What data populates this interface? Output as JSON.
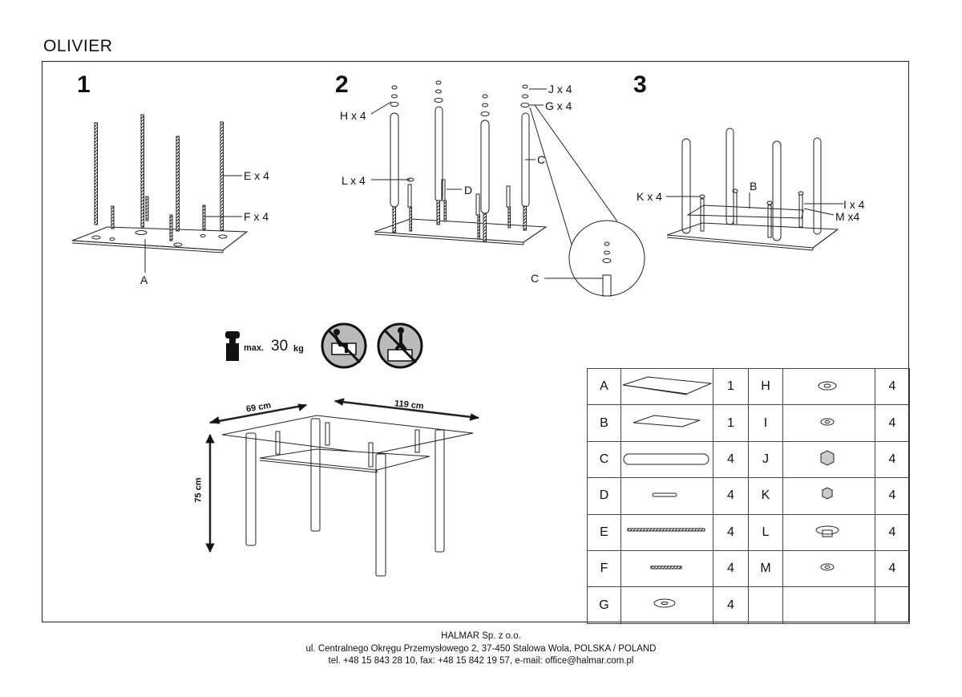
{
  "title": "OLIVIER",
  "steps": {
    "s1": "1",
    "s2": "2",
    "s3": "3"
  },
  "labels": {
    "e": "E x 4",
    "f": "F x 4",
    "a": "A",
    "h": "H x 4",
    "l": "L x 4",
    "d": "D",
    "c": "C",
    "j": "J x 4",
    "g": "G x 4",
    "c2": "C",
    "k": "K x 4",
    "b": "B",
    "i": "I x 4",
    "m": "M x4"
  },
  "warnings": {
    "max_prefix": "max.",
    "max_value": "30",
    "max_unit": "kg"
  },
  "dimensions": {
    "depth": "69 cm",
    "width": "119 cm",
    "height": "75 cm"
  },
  "parts": [
    {
      "left": {
        "letter": "A",
        "qty": "1"
      },
      "right": {
        "letter": "H",
        "qty": "4"
      }
    },
    {
      "left": {
        "letter": "B",
        "qty": "1"
      },
      "right": {
        "letter": "I",
        "qty": "4"
      }
    },
    {
      "left": {
        "letter": "C",
        "qty": "4"
      },
      "right": {
        "letter": "J",
        "qty": "4"
      }
    },
    {
      "left": {
        "letter": "D",
        "qty": "4"
      },
      "right": {
        "letter": "K",
        "qty": "4"
      }
    },
    {
      "left": {
        "letter": "E",
        "qty": "4"
      },
      "right": {
        "letter": "L",
        "qty": "4"
      }
    },
    {
      "left": {
        "letter": "F",
        "qty": "4"
      },
      "right": {
        "letter": "M",
        "qty": "4"
      }
    },
    {
      "left": {
        "letter": "G",
        "qty": "4"
      },
      "right": {
        "letter": "",
        "qty": ""
      }
    }
  ],
  "footer": {
    "company": "HALMAR Sp. z o.o.",
    "address": "ul. Centralnego Okręgu Przemysłowego 2, 37-450 Stalowa Wola, POLSKA / POLAND",
    "contact": "tel. +48 15 843 28 10, fax: +48 15 842 19 57, e-mail: office@halmar.com.pl"
  }
}
